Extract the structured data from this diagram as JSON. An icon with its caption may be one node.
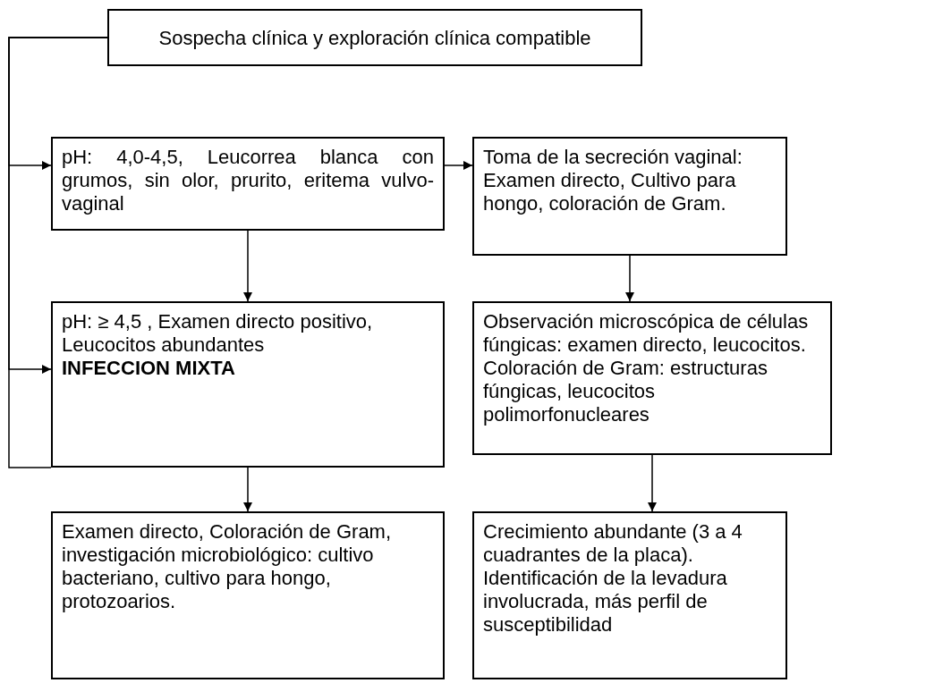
{
  "diagram": {
    "nodes": [
      {
        "text": [
          "Sospecha clínica y exploración clínica compatible"
        ]
      },
      {
        "text": [
          "pH: 4,0-4,5, Leucorrea blanca con grumos, sin olor, prurito, eritema vulvo-vaginal"
        ]
      },
      {
        "text": [
          "Toma de la secreción vaginal: Examen directo, Cultivo para hongo, coloración de Gram."
        ]
      },
      {
        "text": [
          "pH: ≥ 4,5 , Examen directo positivo, Leucocitos abundantes",
          "INFECCION MIXTA"
        ]
      },
      {
        "text": [
          "Observación microscópica de células fúngicas: examen directo, leucocitos. Coloración de Gram: estructuras fúngicas, leucocitos polimorfonucleares"
        ]
      },
      {
        "text": [
          "Examen directo, Coloración de Gram, investigación microbiológico: cultivo bacteriano, cultivo para hongo, protozoarios."
        ]
      },
      {
        "text": [
          "Crecimiento abundante (3 a 4 cuadrantes de la placa). Identificación de la levadura involucrada, más perfil de susceptibilidad"
        ]
      }
    ],
    "edges": [
      {
        "from": 0,
        "to": 1,
        "arrow": "to"
      },
      {
        "from": 0,
        "to": 3,
        "arrow": "to"
      },
      {
        "from": 0,
        "to": 3,
        "arrow": "none"
      },
      {
        "from": 1,
        "to": 2,
        "arrow": "to"
      },
      {
        "from": 1,
        "to": 3,
        "arrow": "to"
      },
      {
        "from": 2,
        "to": 4,
        "arrow": "to"
      },
      {
        "from": 3,
        "to": 5,
        "arrow": "to"
      },
      {
        "from": 4,
        "to": 6,
        "arrow": "to"
      }
    ]
  }
}
